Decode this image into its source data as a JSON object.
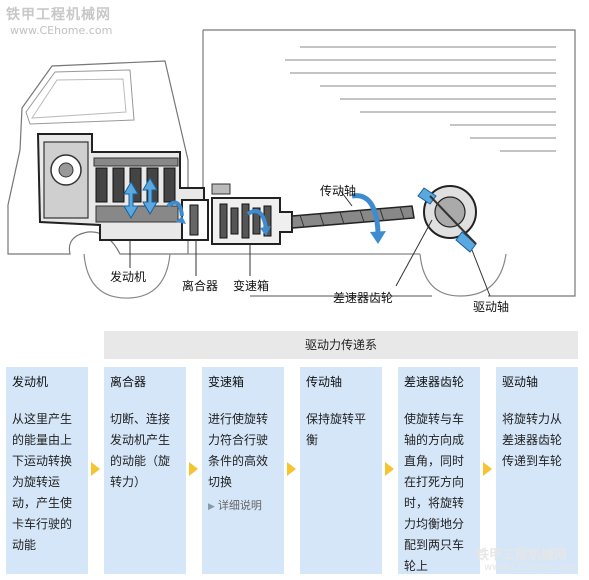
{
  "watermark": {
    "site": "铁甲工程机械网",
    "url": "www.CEhome.com"
  },
  "diagram": {
    "labels": {
      "engine": "发动机",
      "clutch": "离合器",
      "gearbox": "变速箱",
      "driveshaft": "传动轴",
      "differential": "差速器齿轮",
      "axle": "驱动轴"
    }
  },
  "system": {
    "title": "驱动力传递系",
    "stages": [
      {
        "title": "发动机",
        "desc": "从这里产生的能量由上下运动转换为旋转运动，产生使卡车行驶的动能"
      },
      {
        "title": "离合器",
        "desc": "切断、连接发动机产生的动能（旋转力）"
      },
      {
        "title": "变速箱",
        "desc": "进行使旋转力符合行驶条件的高效切换",
        "link": "详细说明"
      },
      {
        "title": "传动轴",
        "desc": "保持旋转平衡"
      },
      {
        "title": "差速器齿轮",
        "desc": "使旋转与车轴的方向成直角，同时在打死方向时，将旋转力均衡地分配到两只车轮上"
      },
      {
        "title": "驱动轴",
        "desc": "将旋转力从差速器齿轮传递到车轮"
      }
    ]
  },
  "colors": {
    "panel": "#d4e6f8",
    "header": "#e8e8e8",
    "arrow": "#f5c430",
    "flow": "#5aa8e0"
  }
}
